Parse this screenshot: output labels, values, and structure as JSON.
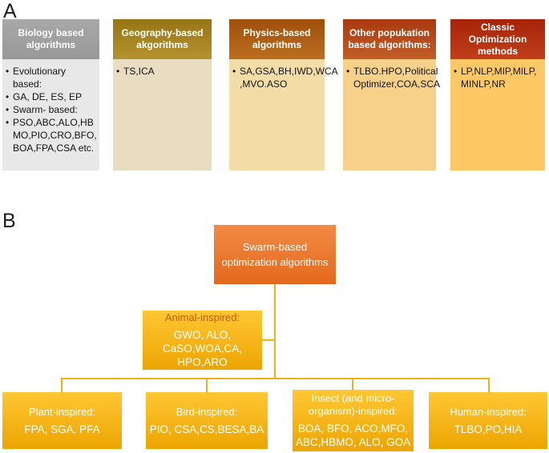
{
  "ui": {
    "bullet_char": "•"
  },
  "colors": {
    "biology_header": "#a0a0a0",
    "biology_body": "#e8e8e8",
    "geography_header": "#a5831f",
    "geography_body": "#e9ddc1",
    "physics_header": "#ad5c16",
    "physics_body": "#f3dca6",
    "population_header": "#b54a1d",
    "population_body": "#f7d08a",
    "classic_header": "#b33010",
    "classic_body": "#fec964",
    "root_box_orange": "#ec7a2d",
    "gold_box": "#f6b413",
    "connector_line": "#f0b017",
    "animal_title_text": "#c2600e",
    "header_text": "#ffffff",
    "body_text": "#121212"
  },
  "panelA": {
    "label": "A",
    "columns": [
      {
        "title": "Biology based\nalgorithms",
        "items": [
          "Evolutionary\nbased:",
          "GA, DE, ES, EP",
          "Swarm- based:",
          "PSO,ABC,ALO,HB\nMO,PIO,CRO,BFO,\nBOA,FPA,CSA etc."
        ]
      },
      {
        "title": "Geography-based\nakgorithms",
        "items": [
          "TS,ICA"
        ]
      },
      {
        "title": "Physics-based\nalgorithms",
        "items": [
          "SA,GSA,BH,IWD,WCA\n,MVO.ASO"
        ]
      },
      {
        "title": "Other popukation\nbased algorithms:",
        "items": [
          "TLBO.HPO,Political\nOptimizer,COA,SCA"
        ]
      },
      {
        "title": "Classic\nOptimization\nmethods",
        "items": [
          "LP,NLP,MIP,MILP,\nMINLP,NR"
        ]
      }
    ]
  },
  "panelB": {
    "label": "B",
    "root": {
      "text": "Swarm-based\noptimization algorithms"
    },
    "animal": {
      "title": "Animal-inspired:",
      "body": "GWO, ALO,\nCaSO,WOA,CA, HPO,ARO"
    },
    "children": [
      {
        "title": "Plant-inspired:",
        "body": "FPA, SGA, PFA"
      },
      {
        "title": "Bird-inspired:",
        "body": "PIO, CSA,CS,BESA,BA"
      },
      {
        "title": "Insect (and micro-\norganism)-inspired:",
        "body": "BOA, BFO, ACO,MFO,\nABC,HBMO, ALO, GOA"
      },
      {
        "title": "Human-inspired:",
        "body": "TLBO,PO,HIA"
      }
    ]
  }
}
